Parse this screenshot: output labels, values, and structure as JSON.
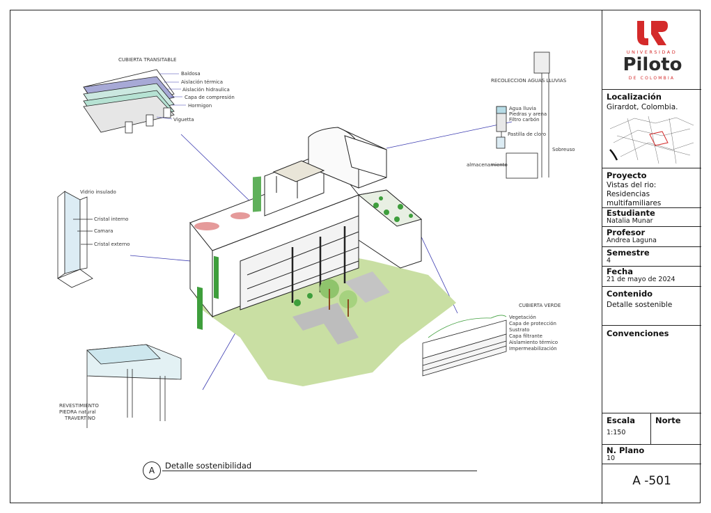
{
  "logo": {
    "mark": "UP",
    "university": "UNIVERSIDAD",
    "name": "Piloto",
    "country": "DE COLOMBIA"
  },
  "title_block": {
    "location_label": "Localización",
    "location_value": "Girardot, Colombia.",
    "project_label": "Proyecto",
    "project_value": "Vistas del rio: Residencias multifamiliares",
    "student_label": "Estudiante",
    "student_value": "Natalia Munar",
    "professor_label": "Profesor",
    "professor_value": "Andrea Laguna",
    "semester_label": "Semestre",
    "semester_value": "4",
    "date_label": "Fecha",
    "date_value": "21 de mayo de 2024",
    "content_label": "Contenido",
    "content_value": "Detalle sostenible",
    "conventions_label": "Convenciones",
    "scale_label": "Escala",
    "scale_value": "1:150",
    "north_label": "Norte",
    "plan_label": "N. Plano",
    "plan_value": "10",
    "sheet_code": "A -501"
  },
  "drawing_title": {
    "marker": "A",
    "text": "Detalle sostenibilidad"
  },
  "callouts": {
    "roof": {
      "title": "CUBIERTA TRANSITABLE",
      "items": [
        "Baldosa",
        "Aislación térmica",
        "Aislación hidraulica",
        "Capa de compresión",
        "Hormigon",
        "Viguetta"
      ]
    },
    "glass": {
      "title": "Vidrio insulado",
      "items": [
        "Cristal interno",
        "Camara",
        "Cristal externo"
      ]
    },
    "rain": {
      "title": "RECOLECCION AGUAS LLUVIAS",
      "items": [
        "Agua lluvia",
        "Piedras y arena",
        "Filtro carbón",
        "Pastilla de cloro",
        "almacenamiento",
        "Sobreuso"
      ]
    },
    "green": {
      "title": "CUBIERTA VERDE",
      "items": [
        "Vegetación",
        "Capa de protección",
        "Sustrato",
        "Capa filtrante",
        "Aislamiento térmico",
        "Impermeabilización"
      ]
    },
    "cladding": {
      "items": [
        "REVESTIMIENTO",
        "PIEDRA natural",
        "TRAVERTINO"
      ]
    }
  },
  "colors": {
    "logo_red": "#d42a2a",
    "logo_dark": "#2b2b2b",
    "lawn": "#c7dea0",
    "plants": "#3e9e3c",
    "leader": "#3a3ab0"
  }
}
